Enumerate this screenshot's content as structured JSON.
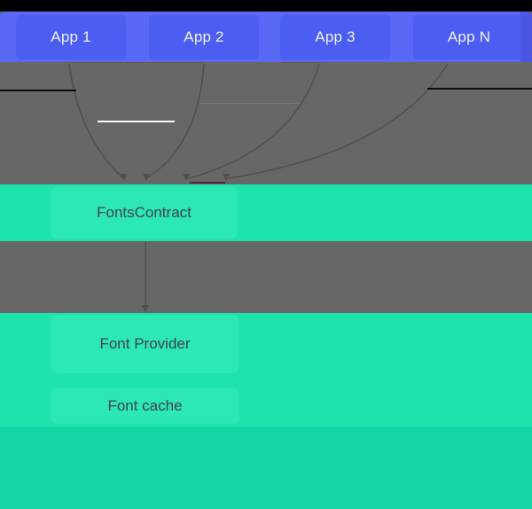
{
  "apps": [
    {
      "label": "App 1"
    },
    {
      "label": "App 2"
    },
    {
      "label": "App 3"
    },
    {
      "label": "App N"
    }
  ],
  "layers": {
    "fonts_contract": "FontsContract",
    "font_provider": "Font Provider",
    "font_cache": "Font cache"
  },
  "colors": {
    "letterbox": "#000000",
    "app_bar_bg": "#5a68f6",
    "app_box_bg": "#4c5ef1",
    "app_bar_shade": "#4b57e0",
    "app_label": "#f0f3ff",
    "zone_bg": "#676767",
    "arrow": "#4e4e4e",
    "teal_band": "#1de3ad",
    "teal_box": "#2ce7b6",
    "teal_label": "#3f444a",
    "teal_deep": "#13d8a6"
  }
}
